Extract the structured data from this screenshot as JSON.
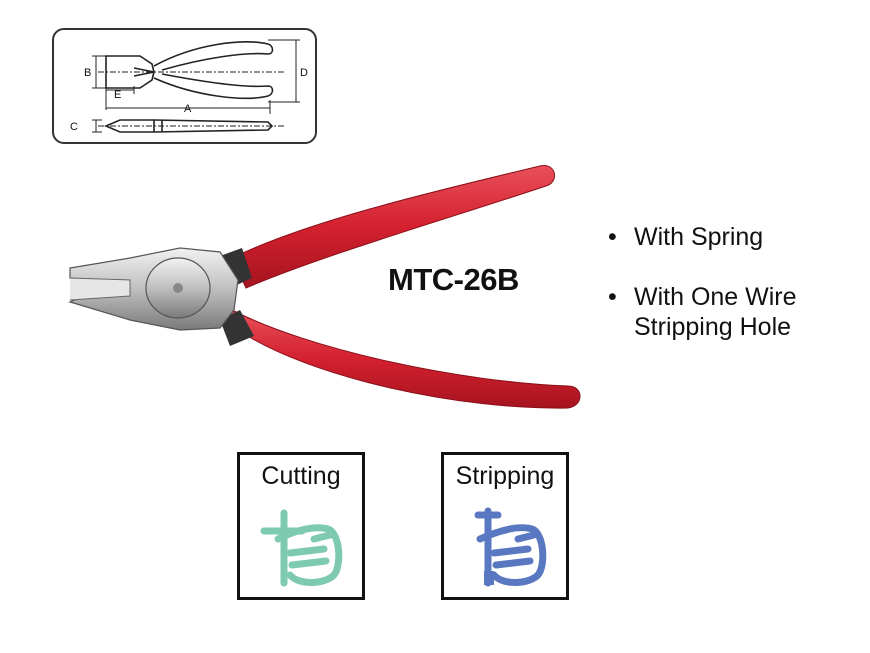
{
  "dimension_diagram": {
    "labels": {
      "a": "A",
      "b": "B",
      "c": "C",
      "d": "D",
      "e": "E"
    },
    "icon": "plier-dimension-drawing"
  },
  "product": {
    "image_icon": "diagonal-cutting-pliers-icon",
    "handle_color": "#d4202f",
    "model": "MTC-26B"
  },
  "features": [
    {
      "bullet": "•",
      "text": "With Spring"
    },
    {
      "bullet": "•",
      "text": "With One Wire\nStripping Hole"
    }
  ],
  "functions": [
    {
      "label": "Cutting",
      "icon": "cutting-hand-icon",
      "color": "#7dcab0"
    },
    {
      "label": "Stripping",
      "icon": "stripping-hand-icon",
      "color": "#5a78c2"
    }
  ]
}
